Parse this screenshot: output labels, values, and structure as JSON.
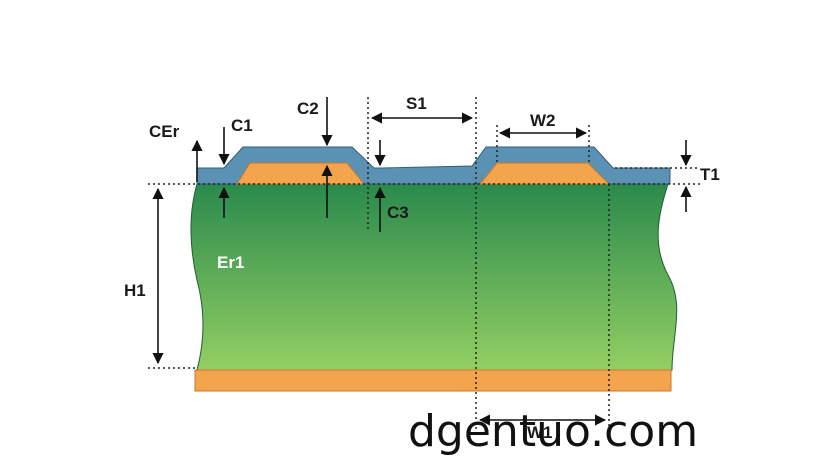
{
  "labels": {
    "cer": "CEr",
    "c1": "C1",
    "c2": "C2",
    "c3": "C3",
    "s1": "S1",
    "w2": "W2",
    "t1": "T1",
    "h1": "H1",
    "er1": "Er1",
    "w1": "W1"
  },
  "watermark": "dgentuo.com",
  "colors": {
    "coating": "#5b92b4",
    "coating_stroke": "#2f5f7f",
    "copper": "#f4a44c",
    "copper_stroke": "#c9772a",
    "substrate_top": "#2a8a4c",
    "substrate_bottom": "#93cf63",
    "substrate_stroke": "#1e5e34"
  }
}
